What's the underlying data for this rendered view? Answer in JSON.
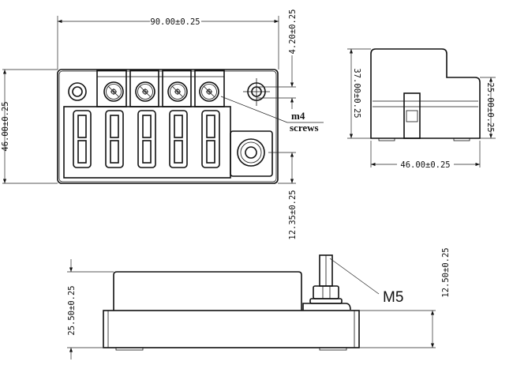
{
  "drawing": {
    "front_view": {
      "width_dim": "90.00±0.25",
      "height_dim": "46.00±0.25",
      "hole_offset_dim": "4.20±0.25",
      "stud_offset_dim": "12.35±0.25",
      "screw_label_1": "m4",
      "screw_label_2": "screws",
      "fuse_count": 5
    },
    "side_view": {
      "height_dim": "37.00±0.25",
      "step_dim": "25.00±0.25",
      "depth_dim": "46.00±0.25"
    },
    "bottom_view": {
      "total_height_dim": "25.50±0.25",
      "base_height_dim": "12.50±0.25",
      "stud_label": "M5"
    },
    "colors": {
      "line": "#111111",
      "background": "#ffffff"
    }
  }
}
